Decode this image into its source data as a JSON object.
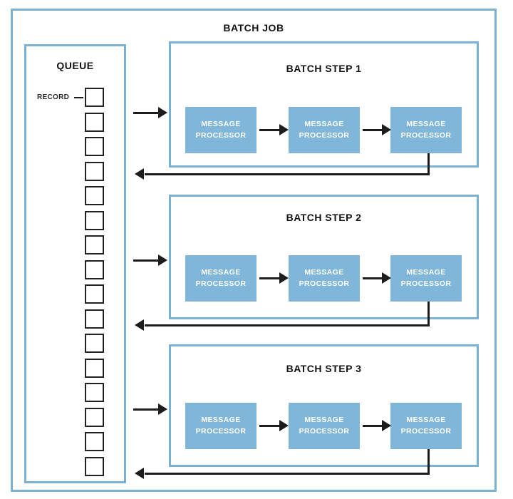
{
  "diagram": {
    "title": "BATCH JOB",
    "queue": {
      "title": "QUEUE",
      "record_label": "RECORD",
      "record_count": 16
    },
    "steps": [
      {
        "title": "BATCH STEP 1",
        "processors": [
          "MESSAGE PROCESSOR",
          "MESSAGE PROCESSOR",
          "MESSAGE PROCESSOR"
        ]
      },
      {
        "title": "BATCH STEP 2",
        "processors": [
          "MESSAGE PROCESSOR",
          "MESSAGE PROCESSOR",
          "MESSAGE PROCESSOR"
        ]
      },
      {
        "title": "BATCH STEP 3",
        "processors": [
          "MESSAGE PROCESSOR",
          "MESSAGE PROCESSOR",
          "MESSAGE PROCESSOR"
        ]
      }
    ],
    "colors": {
      "box_border": "#7bb1d2",
      "processor_fill": "#80b6da",
      "processor_text": "#ffffff",
      "arrow": "#1c1c1c",
      "title_text": "#121212"
    }
  }
}
